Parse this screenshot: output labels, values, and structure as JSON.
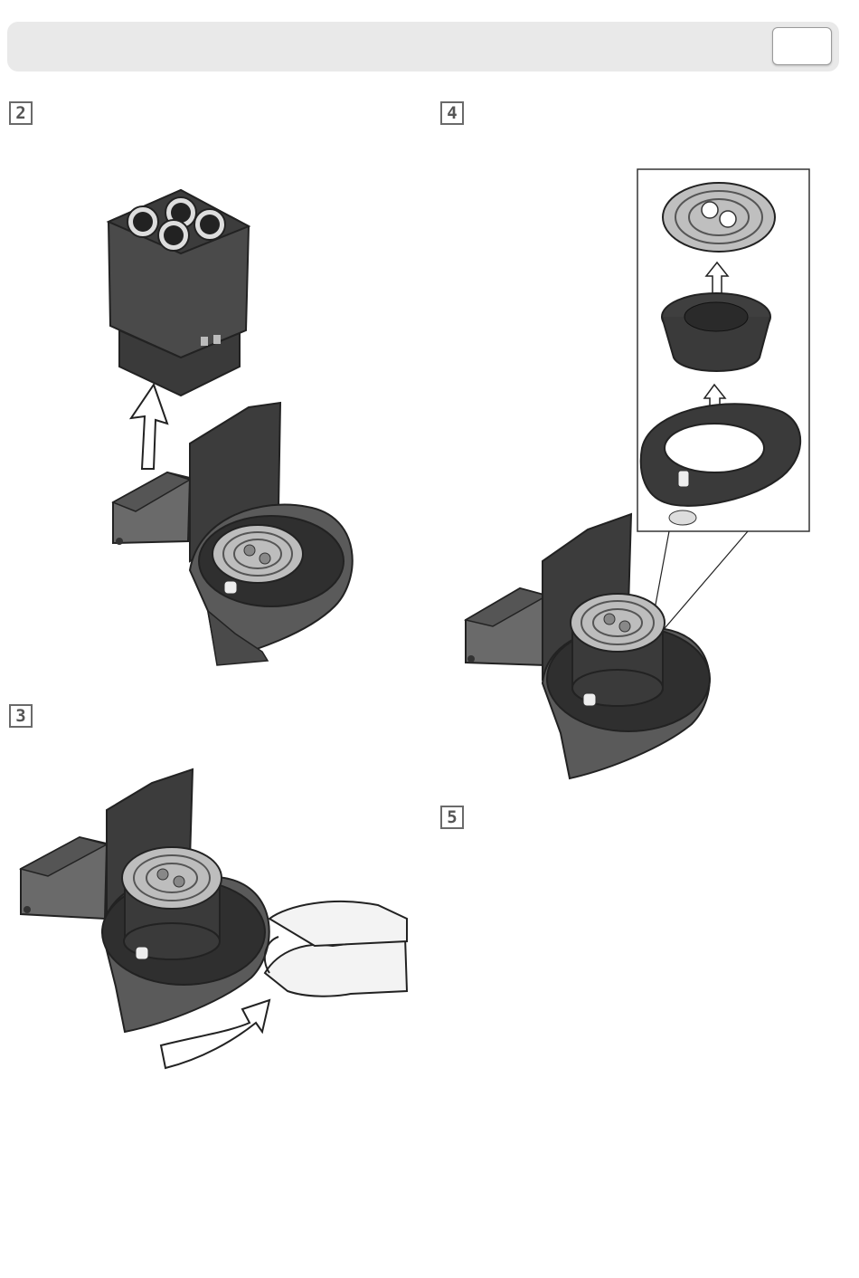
{
  "header": {
    "page_box_text": ""
  },
  "steps": {
    "s2": "2",
    "s3": "3",
    "s4": "4",
    "s5": "5"
  },
  "colors": {
    "dark": "#4b4b4b",
    "mid": "#6d6d6d",
    "light": "#cfcfcf",
    "header_bg": "#e9e9e9"
  }
}
